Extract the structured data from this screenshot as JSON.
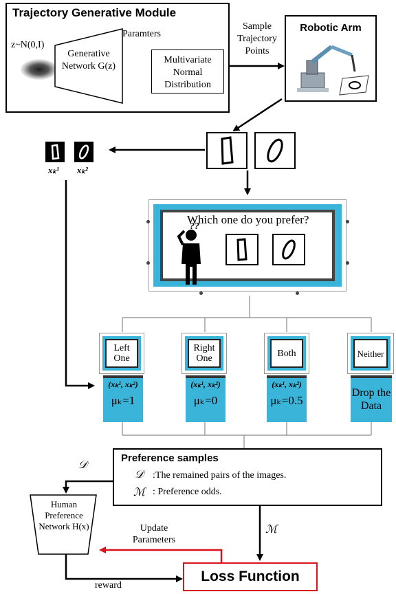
{
  "module": {
    "title": "Trajectory Generative Module",
    "noise_label": "z~N(0,I)",
    "generator": "Generative Network G(z)",
    "params_label": "Paramters",
    "distribution": "Multivariate Normal Distribution"
  },
  "sample_label": "Sample Trajectory Points",
  "robot": {
    "title": "Robotic Arm"
  },
  "pairs": {
    "x1": "xₖ¹",
    "x2": "xₖ²"
  },
  "query": {
    "question": "Which one do you prefer?",
    "thinking": "??"
  },
  "choices": [
    {
      "button": "Left One",
      "pair": "(xₖ¹, xₖ²)",
      "value": "μₖ=1"
    },
    {
      "button": "Right One",
      "pair": "(xₖ¹, xₖ²)",
      "value": "μₖ=0"
    },
    {
      "button": "Both",
      "pair": "(xₖ¹, xₖ²)",
      "value": "μₖ=0.5"
    },
    {
      "button": "Neither",
      "pair": "",
      "value": "Drop the Data"
    }
  ],
  "preference": {
    "title": "Preference samples",
    "d_symbol": "𝒟",
    "d_text": ":The remained pairs of the images.",
    "m_symbol": "ℳ",
    "m_text": ": Preference odds."
  },
  "hpn": {
    "label": "Human Preference Network H(x)"
  },
  "edge_d": "𝒟",
  "edge_m": "ℳ",
  "update_label": "Update Parameters",
  "reward_label": "reward",
  "loss": {
    "label": "Loss Function"
  },
  "colors": {
    "accent": "#3ab4d8",
    "loss_border": "#d9141b",
    "update_arrow": "#d9141b"
  }
}
